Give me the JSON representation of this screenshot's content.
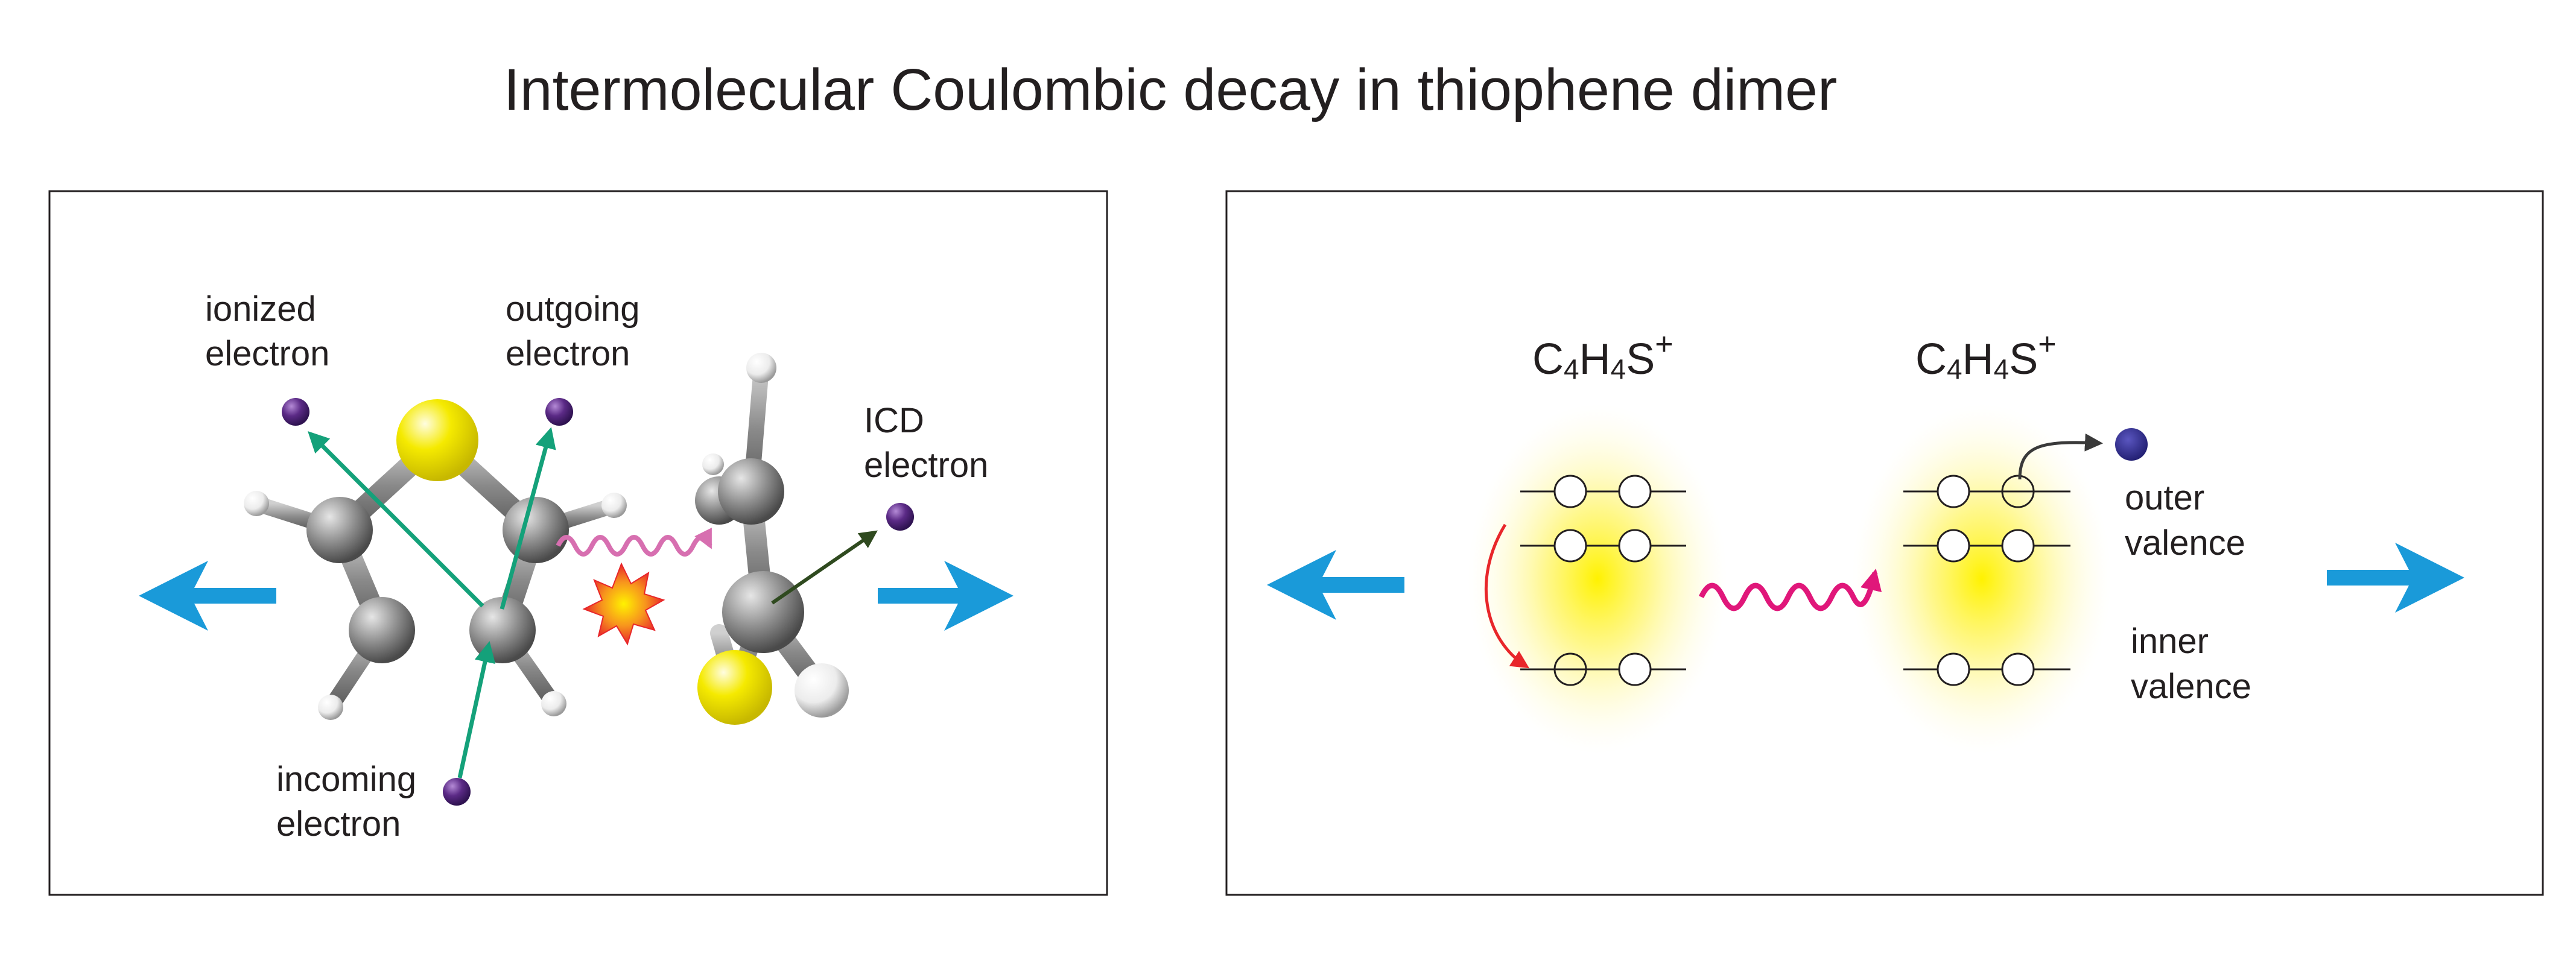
{
  "title": "Intermolecular Coulombic decay in thiophene dimer",
  "colors": {
    "arrow_blue": "#1a9ad9",
    "green_arrow": "#14a17a",
    "dark_green_arrow": "#2f4a1f",
    "electron_purple": "#5b2a86",
    "electron_blue": "#2e2a86",
    "sulfur_yellow": "#f2e600",
    "carbon_gray": "#8c8c8c",
    "hydrogen_white": "#f5f5f5",
    "photon_pink": "#d76fb0",
    "photon_magenta": "#e0177a",
    "relax_red": "#e8262a",
    "glow_yellow": "#fff200"
  },
  "left_panel": {
    "label_ionized_1": "ionized",
    "label_ionized_2": "electron",
    "label_outgoing_1": "outgoing",
    "label_outgoing_2": "electron",
    "label_icd_1": "ICD",
    "label_icd_2": "electron",
    "label_incoming_1": "incoming",
    "label_incoming_2": "electron"
  },
  "right_panel": {
    "ion_left": {
      "base": "C",
      "sub1": "4",
      "mid": "H",
      "sub2": "4",
      "tail": "S",
      "sup": "+"
    },
    "ion_right": {
      "base": "C",
      "sub1": "4",
      "mid": "H",
      "sub2": "4",
      "tail": "S",
      "sup": "+"
    },
    "label_outer_1": "outer",
    "label_outer_2": "valence",
    "label_inner_1": "inner",
    "label_inner_2": "valence"
  }
}
